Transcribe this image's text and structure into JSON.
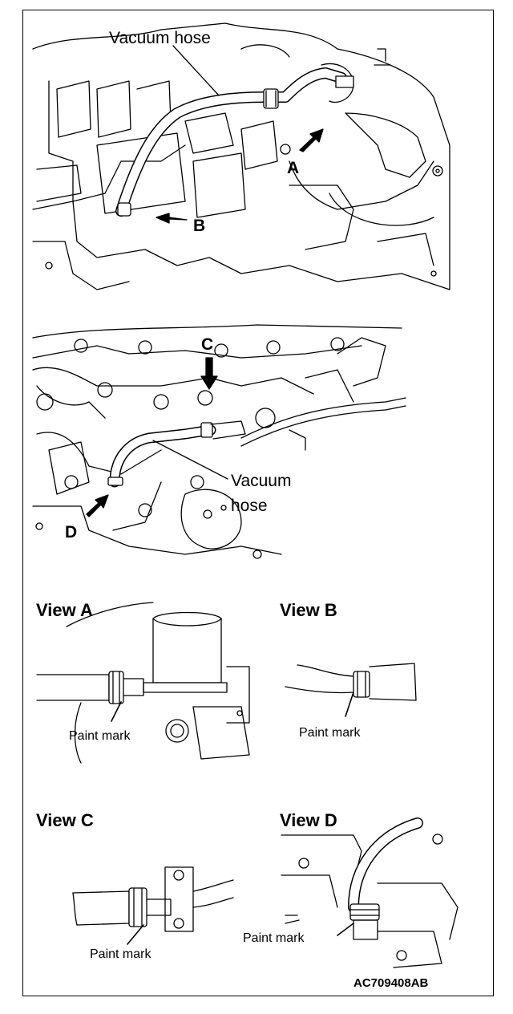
{
  "top_figure": {
    "callout": "Vacuum hose",
    "arrow_a": "A",
    "arrow_b": "B"
  },
  "middle_figure": {
    "callout_line1": "Vacuum",
    "callout_line2": "hose",
    "arrow_c": "C",
    "arrow_d": "D"
  },
  "views": [
    {
      "title": "View A",
      "paint_mark": "Paint mark"
    },
    {
      "title": "View B",
      "paint_mark": "Paint mark"
    },
    {
      "title": "View C",
      "paint_mark": "Paint mark"
    },
    {
      "title": "View D",
      "paint_mark": "Paint mark"
    }
  ],
  "figure_code": "AC709408AB"
}
